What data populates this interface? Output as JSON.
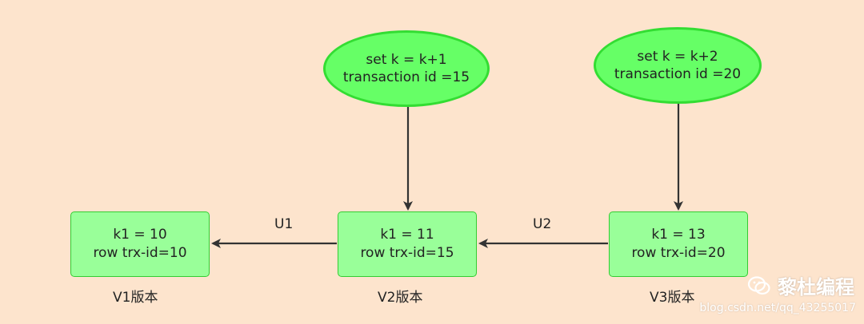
{
  "nodes": {
    "txn1": {
      "line1": "set k = k+1",
      "line2": "transaction id =15"
    },
    "txn2": {
      "line1": "set k = k+2",
      "line2": "transaction id =20"
    },
    "v1": {
      "line1": "k1 = 10",
      "line2": "row trx-id=10",
      "caption": "V1版本"
    },
    "v2": {
      "line1": "k1 = 11",
      "line2": "row trx-id=15",
      "caption": "V2版本"
    },
    "v3": {
      "line1": "k1 = 13",
      "line2": "row trx-id=20",
      "caption": "V3版本"
    }
  },
  "edges": {
    "u1": "U1",
    "u2": "U2"
  },
  "watermark": {
    "brand": "黎杜编程",
    "url": "blog.csdn.net/qq_43255017"
  },
  "colors": {
    "background": "#fde4cd",
    "ellipse_fill": "#66ff66",
    "box_fill": "#99ff99",
    "edge": "#333333"
  }
}
